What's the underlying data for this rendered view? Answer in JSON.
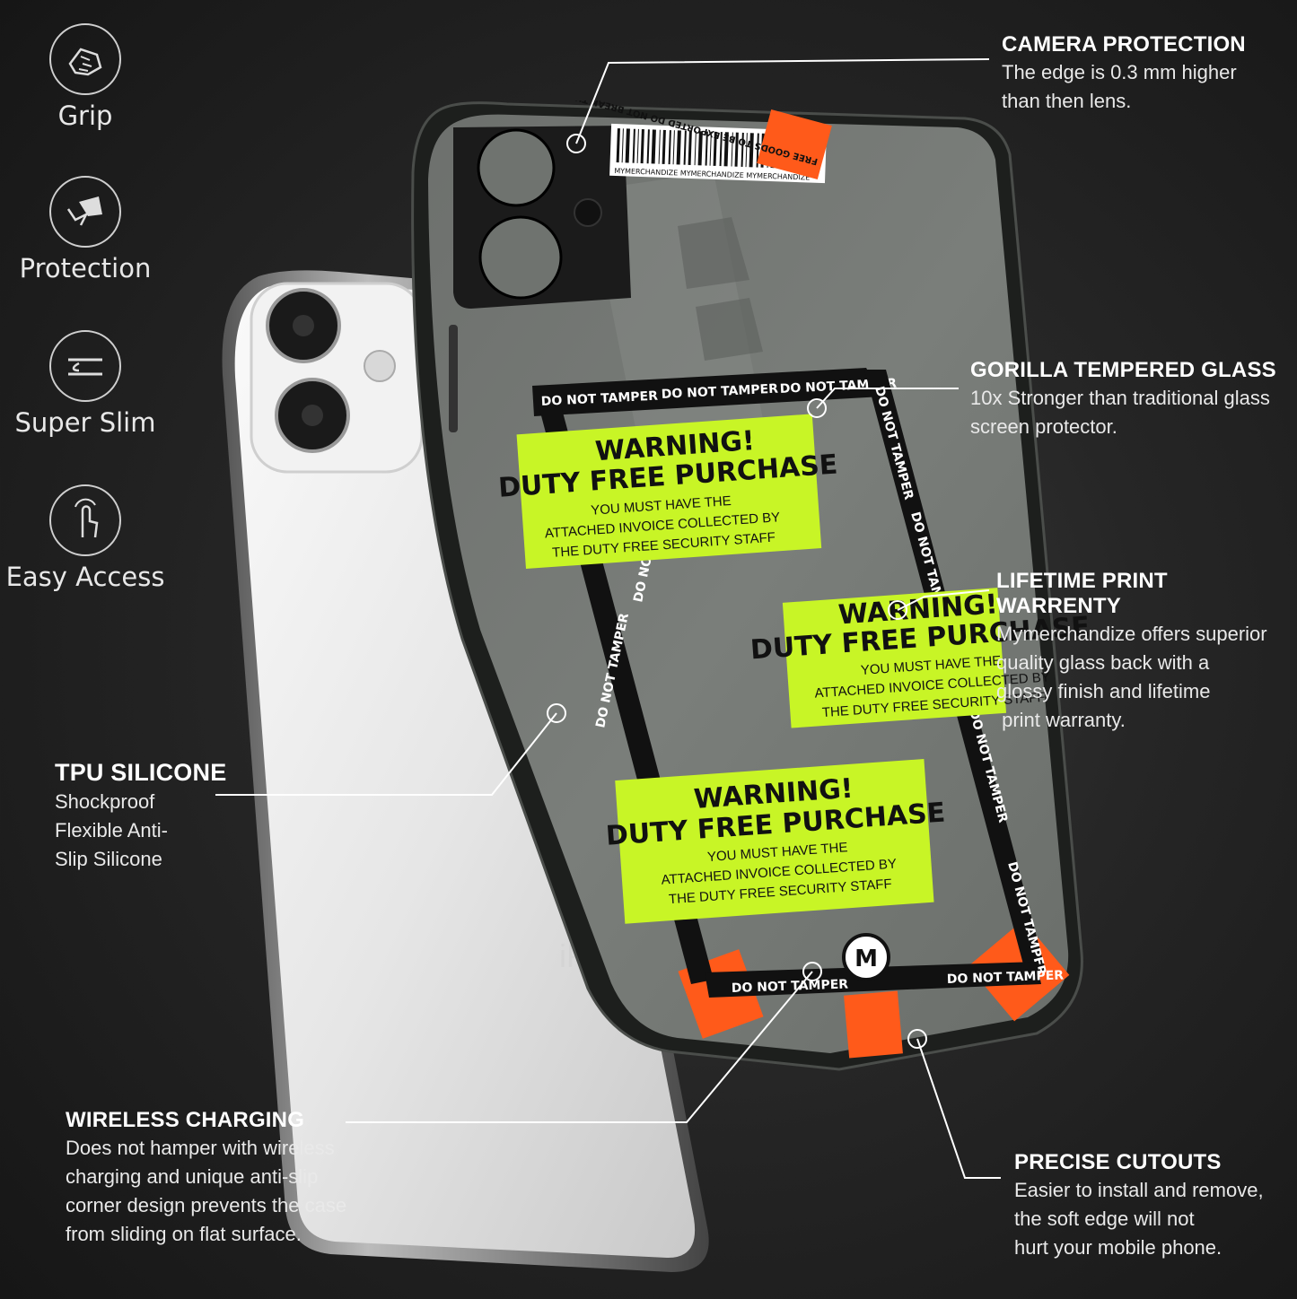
{
  "features": [
    {
      "label": "Grip",
      "icon": "hand-grip-icon"
    },
    {
      "label": "Protection",
      "icon": "shield-hand-icon"
    },
    {
      "label": "Super Slim",
      "icon": "slim-profile-icon"
    },
    {
      "label": "Easy Access",
      "icon": "touch-finger-icon"
    }
  ],
  "callouts": {
    "camera": {
      "title": "CAMERA PROTECTION",
      "desc": [
        "The edge is 0.3 mm higher",
        "than then lens."
      ]
    },
    "gorilla": {
      "title": "GORILLA TEMPERED GLASS",
      "desc": [
        "10x Stronger than traditional glass",
        "screen protector."
      ]
    },
    "lifetime": {
      "title": "LIFETIME PRINT WARRENTY",
      "desc": [
        "Mymerchandize offers superior",
        "quality glass back with a",
        "glossy finish and lifetime",
        " print warranty."
      ]
    },
    "tpu": {
      "title": "TPU SILICONE",
      "desc": [
        "Shockproof",
        "Flexible Anti-",
        "Slip Silicone"
      ]
    },
    "wireless": {
      "title": "WIRELESS CHARGING",
      "desc": [
        "Does not hamper with wireless",
        "charging and unique anti-slip",
        "corner design prevents the case",
        "from sliding on flat surface."
      ]
    },
    "cutouts": {
      "title": "PRECISE CUTOUTS",
      "desc": [
        "Easier to install and remove,",
        "the soft edge will not",
        "hurt your mobile phone."
      ]
    }
  },
  "print": {
    "tape_text": "DO NOT TAMPER",
    "barcode_caption": "MYMERCHANDIZE MYMERCHANDIZE MYMERCHANDIZE",
    "warning_title": "WARNING!",
    "warning_sub": "DUTY FREE PURCHASE",
    "warning_lines": [
      "YOU MUST HAVE THE",
      "ATTACHED INVOICE COLLECTED BY",
      "THE DUTY FREE SECURITY STAFF"
    ],
    "orange_tag": "FREE GOODS TO BE EXPORTED DO NOT BREAK THIS BEFORE EXPORT!",
    "logo_letter": "M",
    "phone_brand_text": "iPhone"
  },
  "colors": {
    "neon": "#c8f526",
    "orange": "#ff5a1a",
    "case_gray": "#787c78"
  }
}
